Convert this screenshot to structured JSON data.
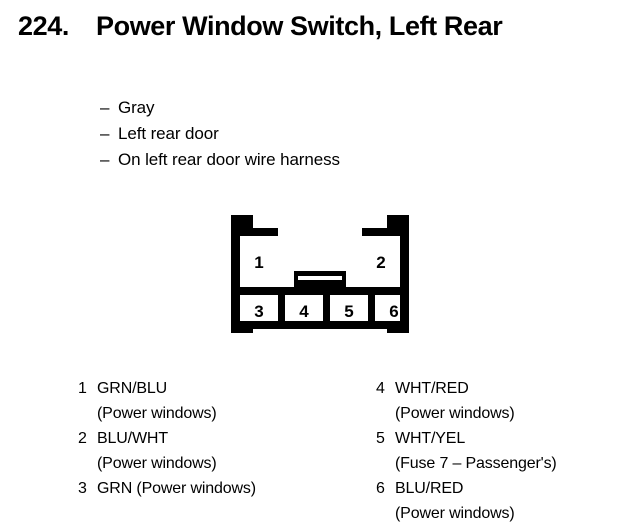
{
  "title": {
    "number": "224.",
    "text": "Power Window Switch, Left Rear"
  },
  "description": {
    "dash": "–",
    "items": [
      "Gray",
      "Left rear door",
      "On left rear door wire harness"
    ]
  },
  "connector": {
    "name": "6-pin connector diagram",
    "top_row_pins": [
      "1",
      "2"
    ],
    "bottom_row_pins": [
      "3",
      "4",
      "5",
      "6"
    ],
    "outline_color": "#000000",
    "fill_color": "#ffffff"
  },
  "pin_legend": {
    "left_column": [
      {
        "pin": "1",
        "wire": "GRN/BLU",
        "note": "(Power windows)"
      },
      {
        "pin": "2",
        "wire": "BLU/WHT",
        "note": "(Power windows)"
      },
      {
        "pin": "3",
        "wire": "GRN (Power windows)",
        "note": ""
      }
    ],
    "right_column": [
      {
        "pin": "4",
        "wire": "WHT/RED",
        "note": "(Power windows)"
      },
      {
        "pin": "5",
        "wire": "WHT/YEL",
        "note": "(Fuse 7 – Passenger's)"
      },
      {
        "pin": "6",
        "wire": "BLU/RED",
        "note": "(Power windows)"
      }
    ]
  }
}
